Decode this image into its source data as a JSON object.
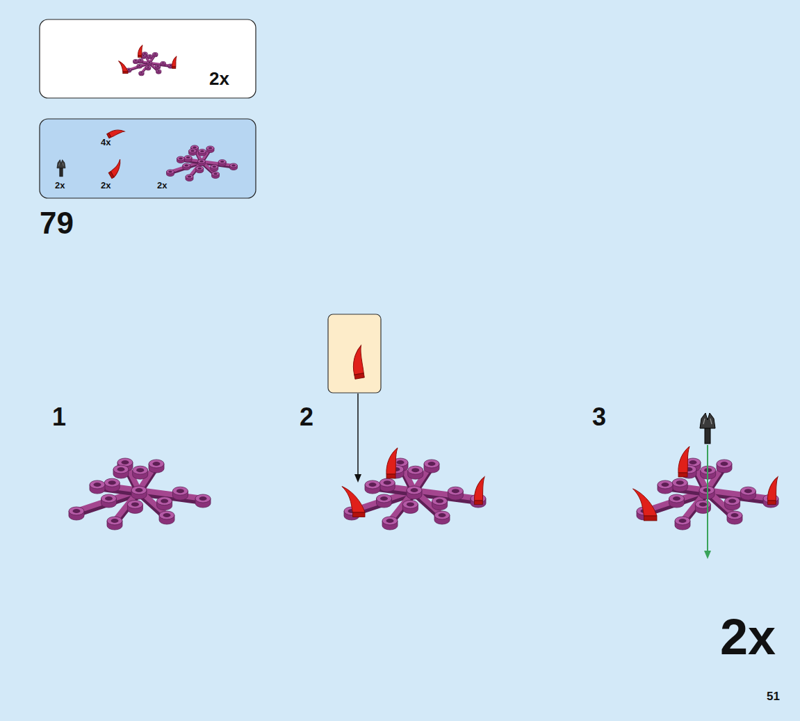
{
  "diagram": {
    "nodes": [
      {
        "text": [
          "2x"
        ]
      },
      {
        "text": [
          "4x",
          "2x",
          "2x",
          "2x"
        ]
      }
    ],
    "labels": [
      "79",
      "1",
      "2",
      "3",
      "2x",
      "51"
    ]
  }
}
